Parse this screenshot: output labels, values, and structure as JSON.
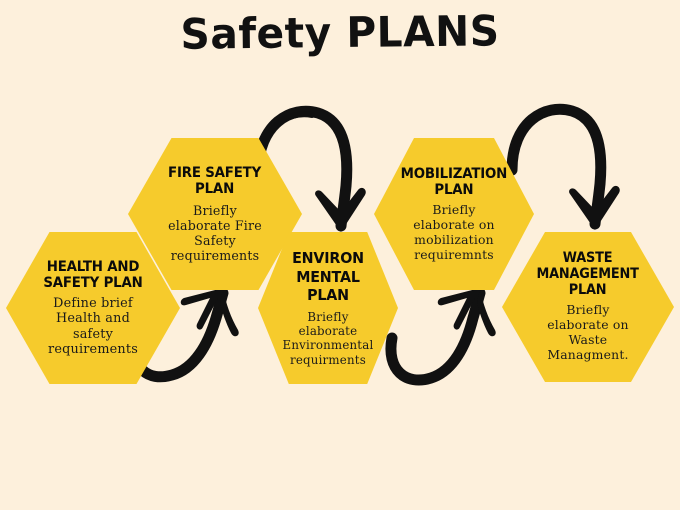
{
  "title": "Safety PLANS",
  "colors": {
    "background": "#fdf0dc",
    "hexagon": "#f6cb2c",
    "text": "#0b0b0b",
    "arrow": "#111111"
  },
  "steps": [
    {
      "id": "health-and-safety-plan",
      "title": "HEALTH AND\nSAFETY PLAN",
      "body": "Define brief\nHealth and\nsafety\nrequirements"
    },
    {
      "id": "fire-safety-plan",
      "title": "FIRE SAFETY\nPLAN",
      "body": "Briefly\nelaborate Fire\nSafety\nrequirements"
    },
    {
      "id": "environmental-plan",
      "title": "ENVIRON\nMENTAL\nPLAN",
      "body": "Briefly\nelaborate\nEnvironmental\nrequirments"
    },
    {
      "id": "mobilization-plan",
      "title": "MOBILIZATION\nPLAN",
      "body": "Briefly\nelaborate on\nmobilization\nrequiremnts"
    },
    {
      "id": "waste-management-plan",
      "title": "WASTE\nMANAGEMENT\nPLAN",
      "body": "Briefly\nelaborate on\nWaste\nManagment."
    }
  ],
  "arrows": [
    {
      "id": "arrow-fire-to-environmental",
      "direction": "down-right"
    },
    {
      "id": "arrow-health-to-fire",
      "direction": "up-right"
    },
    {
      "id": "arrow-mobilization-to-waste",
      "direction": "down-right"
    },
    {
      "id": "arrow-environmental-to-mobilization",
      "direction": "up-right"
    }
  ]
}
